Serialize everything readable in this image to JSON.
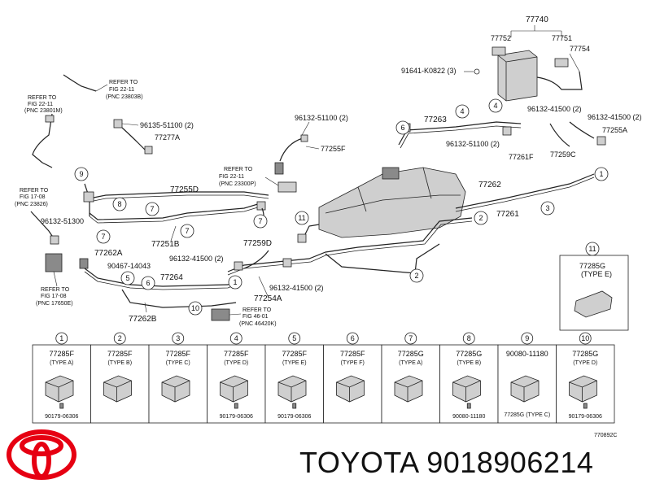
{
  "labels": {
    "p77740": "77740",
    "p77752": "77752",
    "p77751": "77751",
    "p77754": "77754",
    "p91641": "91641-K0822 (3)",
    "refer1": [
      "REFER TO",
      "FIG 22-11",
      "(PNC 23803B)"
    ],
    "p96135": "96135-51100 (2)",
    "p77277A": "77277A",
    "p96132_a": "96132-51100 (2)",
    "p77255F": "77255F",
    "p77263": "77263",
    "p96132_b": "96132-41500 (2)",
    "p96132_c": "96132-41500 (2)",
    "p77255A": "77255A",
    "p96132_d": "96132-51100 (2)",
    "p77261F": "77261F",
    "p77259C": "77259C",
    "refer2": [
      "REFER TO",
      "FIG 22-11",
      "(PNC 23801M)"
    ],
    "refer3": [
      "REFER TO",
      "FIG 22-11",
      "(PNC 23300P)"
    ],
    "p77255D": "77255D",
    "p77262": "77262",
    "p77261": "77261",
    "refer4": [
      "REFER TO",
      "FIG 17-08",
      "(PNC 23826)"
    ],
    "p96132_e": "96132-51300",
    "p77251B": "77251B",
    "p77259D": "77259D",
    "p77262A": "77262A",
    "p90467": "90467-14043",
    "p96132_f": "96132-41500 (2)",
    "p96132_g": "96132-41500 (2)",
    "p77264": "77264",
    "p77254A": "77254A",
    "refer5": [
      "REFER TO",
      "FIG 17-08",
      "(PNC 17650E)"
    ],
    "p77262B": "77262B",
    "refer6": [
      "REFER TO",
      "FIG 46-01",
      "(PNC 46420K)"
    ],
    "inset11_code": "77285G",
    "inset11_type": "(TYPE E)",
    "figcode": "770892C"
  },
  "callouts": [
    "1",
    "2",
    "3",
    "4",
    "5",
    "6",
    "7",
    "8",
    "9",
    "10",
    "11"
  ],
  "clamps": [
    {
      "num": "1",
      "code": "77285F",
      "type": "(TYPE A)",
      "bolt": "90179-06306"
    },
    {
      "num": "2",
      "code": "77285F",
      "type": "(TYPE B)",
      "bolt": ""
    },
    {
      "num": "3",
      "code": "77285F",
      "type": "(TYPE C)",
      "bolt": ""
    },
    {
      "num": "4",
      "code": "77285F",
      "type": "(TYPE D)",
      "bolt": "90179-06306"
    },
    {
      "num": "5",
      "code": "77285F",
      "type": "(TYPE E)",
      "bolt": "90179-06306"
    },
    {
      "num": "6",
      "code": "77285F",
      "type": "(TYPE F)",
      "bolt": ""
    },
    {
      "num": "7",
      "code": "77285G",
      "type": "(TYPE A)",
      "bolt": ""
    },
    {
      "num": "8",
      "code": "77285G",
      "type": "(TYPE B)",
      "bolt": "90080-11180"
    },
    {
      "num": "9",
      "code": "90080-11180",
      "type": "77285G (TYPE C)",
      "bolt": ""
    },
    {
      "num": "10",
      "code": "77285G",
      "type": "(TYPE D)",
      "bolt": "90179-06306"
    }
  ],
  "brand": {
    "text": "TOYOTA 9018906214",
    "logo": "toyota-logo-icon",
    "logo_color": "#e60012"
  }
}
